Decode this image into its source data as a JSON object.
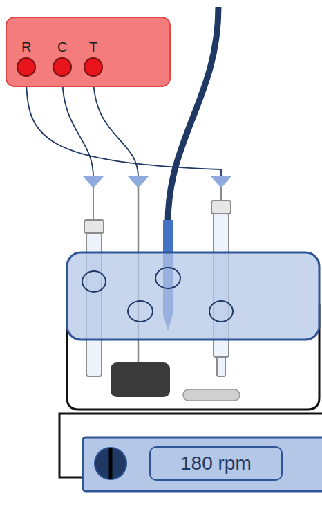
{
  "diagram": {
    "nodes": [
      {
        "text": [
          "R",
          "C",
          "T"
        ]
      },
      {
        "text": [
          "180 rpm"
        ]
      }
    ]
  }
}
